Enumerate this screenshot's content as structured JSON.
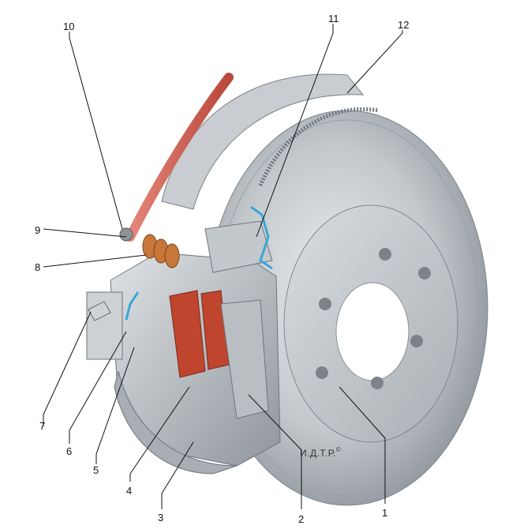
{
  "callouts": [
    {
      "number": "1"
    },
    {
      "number": "2"
    },
    {
      "number": "3"
    },
    {
      "number": "4"
    },
    {
      "number": "5"
    },
    {
      "number": "6"
    },
    {
      "number": "7"
    },
    {
      "number": "8"
    },
    {
      "number": "9"
    },
    {
      "number": "10"
    },
    {
      "number": "11"
    },
    {
      "number": "12"
    }
  ],
  "copyright": {
    "text": "И.Д.Т.Р.",
    "mark": "©"
  },
  "colors": {
    "disc": "#b9bec3",
    "pad": "#c0452e",
    "hose": "#cf5a4a",
    "boot": "#c8763a",
    "seal": "#3aa6d8"
  }
}
